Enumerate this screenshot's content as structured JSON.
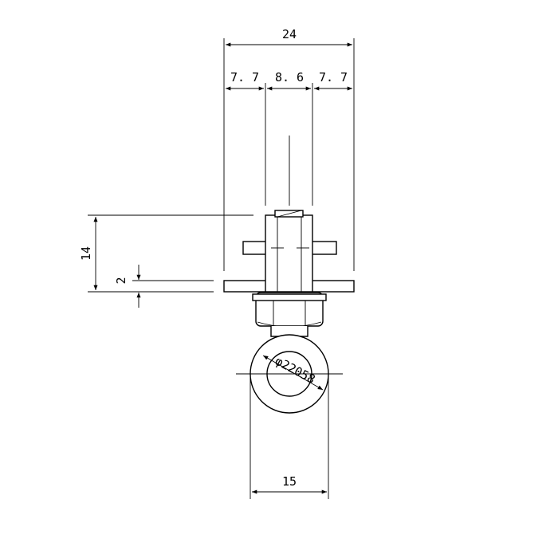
{
  "dimensions": {
    "overall_width": "24",
    "left_segment": "7. 7",
    "middle_segment": "8. 6",
    "right_segment": "7. 7",
    "height": "14",
    "plate_thickness": "2",
    "ring_width": "15",
    "hole_diameter": "φ22058"
  }
}
